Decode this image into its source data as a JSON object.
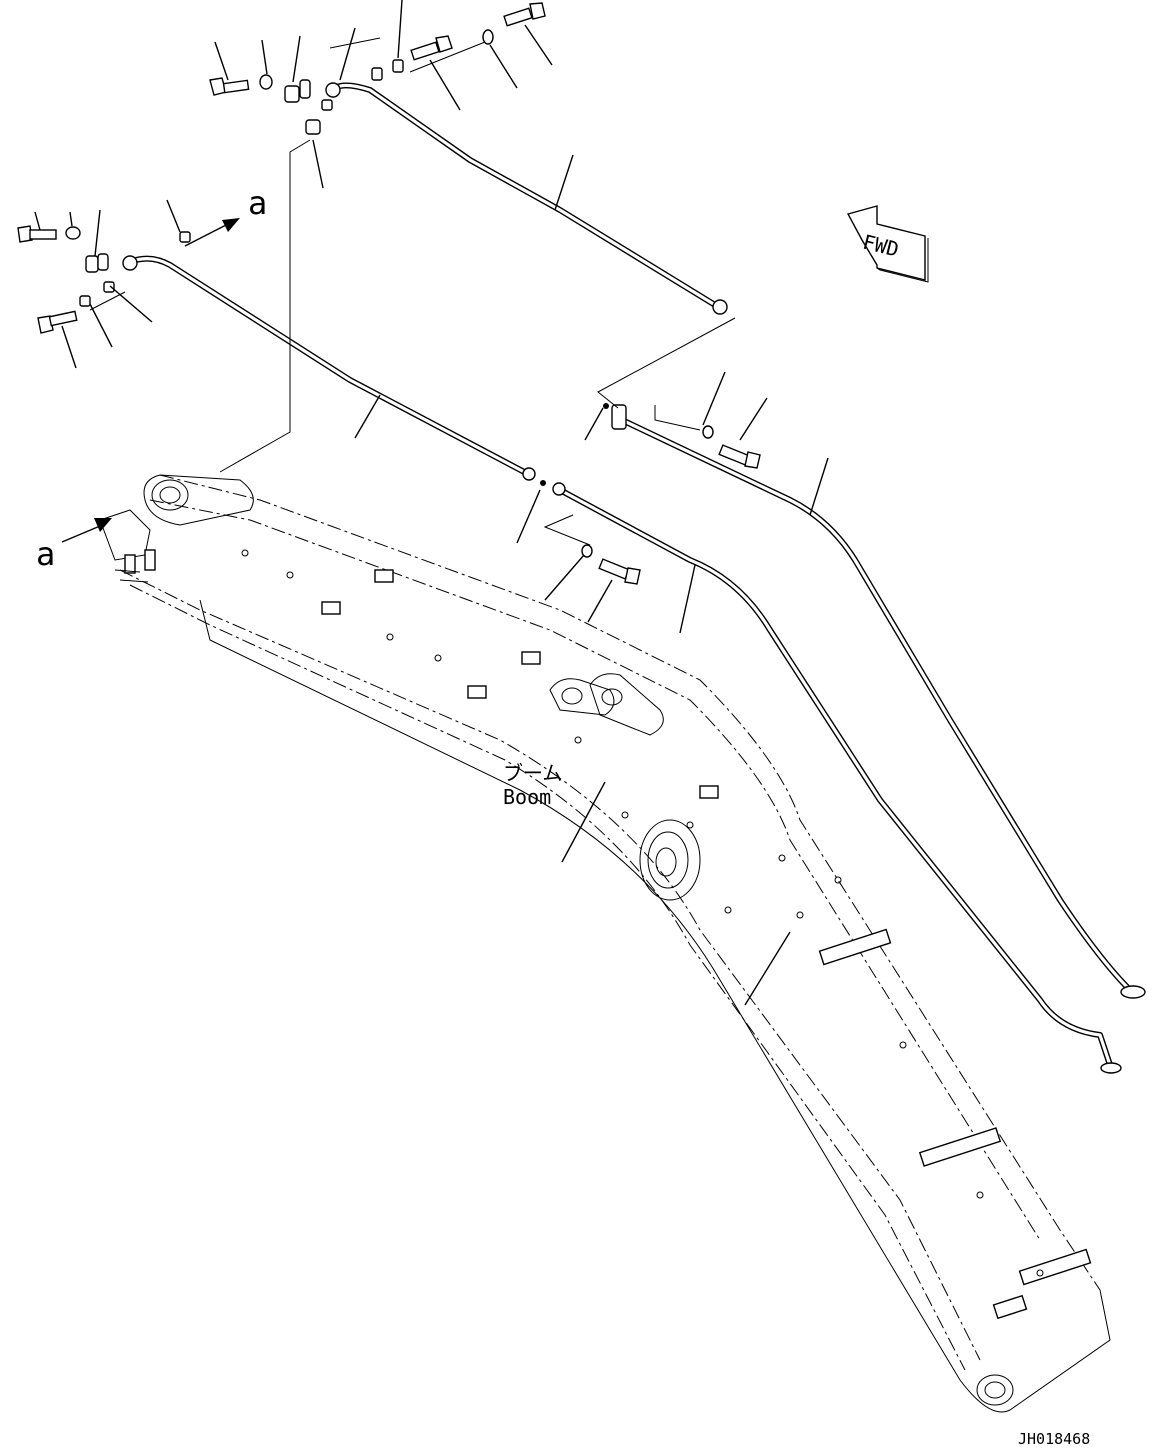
{
  "labels": {
    "ref_a_top": "a",
    "ref_a_left": "a",
    "fwd": "FWD",
    "boom_jp": "ブーム",
    "boom_en": "Boom",
    "drawing_id": "JH018468"
  }
}
